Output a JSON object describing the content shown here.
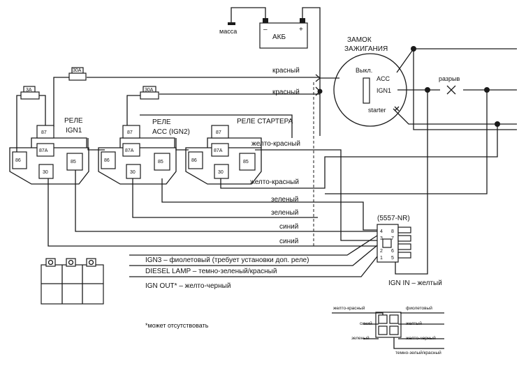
{
  "battery": {
    "label": "АКБ",
    "minus": "–",
    "plus": "+",
    "ground": "масса"
  },
  "ignition_switch": {
    "title_line1": "ЗАМОК",
    "title_line2": "ЗАЖИГАНИЯ",
    "off_acc_line1": "Выкл.",
    "off_acc_line2": "ACC",
    "ign1": "IGN1",
    "starter": "starter",
    "break": "разрыв"
  },
  "fuses": {
    "main": "30A",
    "ign1": "30A",
    "small": "3A"
  },
  "relays": {
    "ign1_line1": "РЕЛЕ",
    "ign1_line2": "IGN1",
    "acc_line1": "РЕЛЕ",
    "acc_line2": "ACC (IGN2)",
    "starter": "РЕЛЕ СТАРТЕРА",
    "pins": {
      "p87": "87",
      "p87a": "87A",
      "p86": "86",
      "p30": "30",
      "p85": "85"
    }
  },
  "wires": {
    "red_1": "красный",
    "red_2": "красный",
    "yellow_red_1": "желто-красный",
    "yellow_red_2": "желто-красный",
    "green_1": "зеленый",
    "green_2": "зеленый",
    "blue_1": "синий",
    "blue_2": "синий"
  },
  "module": {
    "label": "(5557-NR)",
    "pins_left": [
      "4",
      "3",
      "2",
      "1"
    ],
    "pins_right": [
      "8",
      "7",
      "6",
      "5"
    ]
  },
  "outputs": {
    "ign3": "IGN3 – фиолетовый (требует установки доп. реле)",
    "diesel": "DIESEL LAMP – темно-зеленый/красный",
    "ign_out": "IGN OUT* – желто-черный",
    "ign_in": "IGN IN – желтый"
  },
  "footnote": "*может отсутствовать",
  "connector_legend": {
    "yellow_red": "желто-красный",
    "violet": "фиолетовый",
    "blue": "синий",
    "yellow": "желтый",
    "green": "зеленый",
    "yellow_black": "желто-черный",
    "dark_green_red": "темно-зелый/красный"
  }
}
